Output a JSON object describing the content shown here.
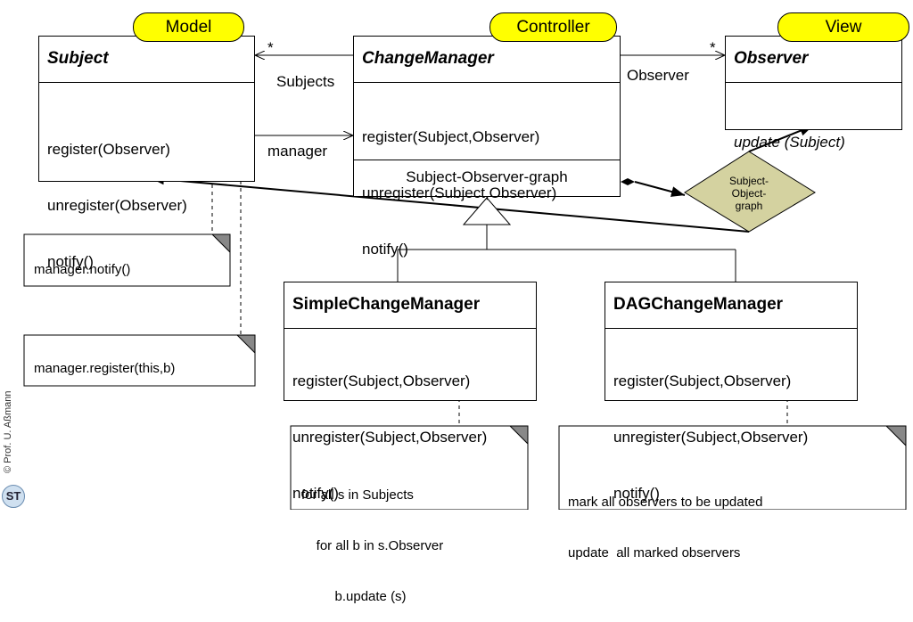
{
  "stereotypes": {
    "model": "Model",
    "controller": "Controller",
    "view": "View"
  },
  "subject": {
    "name": "Subject",
    "ops": [
      "register(Observer)",
      "unregister(Observer)",
      "notify()"
    ]
  },
  "change_manager": {
    "name": "ChangeManager",
    "ops": [
      "register(Subject,Observer)",
      "unregister(Subject,Observer)",
      "notify()"
    ],
    "attr": "Subject-Observer-graph"
  },
  "observer": {
    "name": "Observer",
    "ops": [
      "update (Subject)"
    ]
  },
  "simple_change_manager": {
    "name": "SimpleChangeManager",
    "ops": [
      "register(Subject,Observer)",
      "unregister(Subject,Observer)",
      "notify()"
    ]
  },
  "dag_change_manager": {
    "name": "DAGChangeManager",
    "ops": [
      "register(Subject,Observer)",
      "unregister(Subject,Observer)",
      "notify()"
    ]
  },
  "assoc": {
    "subjects": "Subjects",
    "manager": "manager",
    "observer": "Observer",
    "mult_subjects": "*",
    "mult_observer": "*"
  },
  "diamond_label": [
    "Subject-",
    "Object-",
    "graph"
  ],
  "notes": {
    "notify": "manager.notify()",
    "register": "manager.register(this,b)",
    "simple": [
      "for all s in Subjects",
      "    for all b in s.Observer",
      "         b.update (s)"
    ],
    "dag": [
      "mark all observers to be updated",
      "update  all marked observers"
    ]
  },
  "footer": {
    "copyright": "© Prof. U. Aßmann",
    "logo": "ST"
  }
}
